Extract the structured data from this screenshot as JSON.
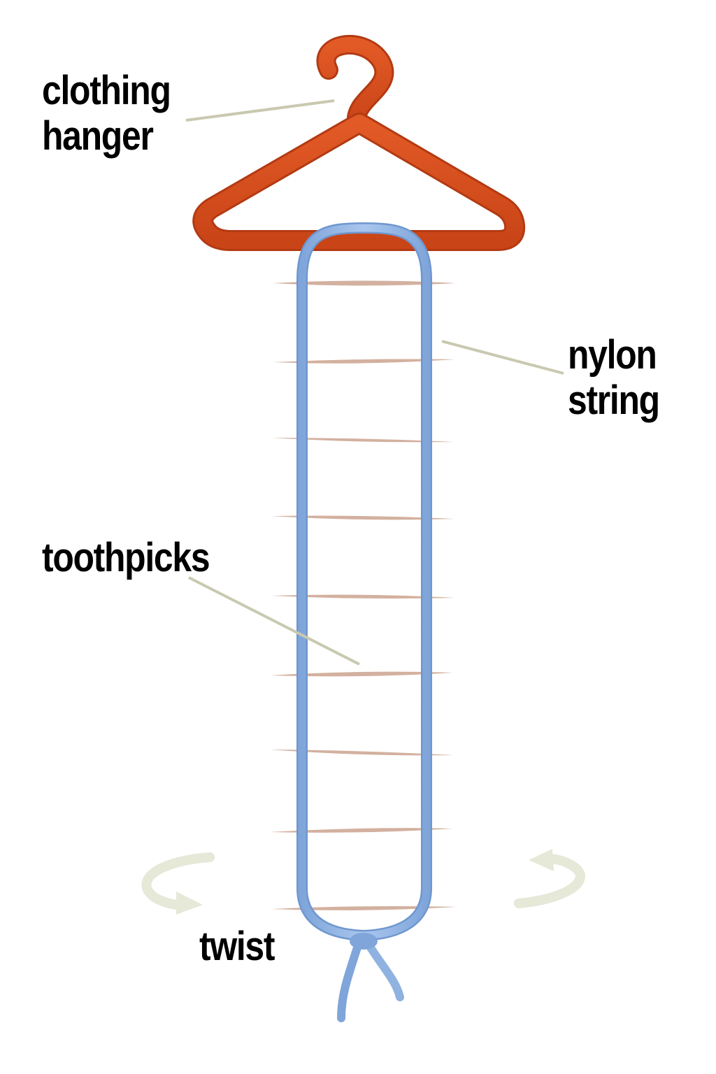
{
  "labels": {
    "hanger_line1": "clothing",
    "hanger_line2": "hanger",
    "nylon_line1": "nylon",
    "nylon_line2": "string",
    "toothpicks": "toothpicks",
    "twist": "twist"
  },
  "components": {
    "hanger_color": "#d9501f",
    "string_color": "#8fb2e0",
    "toothpick_color": "#d3b09f",
    "leader_line_color": "#c9c9b0",
    "twist_arrow_color": "#e6e8d8"
  },
  "toothpick_count": 9
}
